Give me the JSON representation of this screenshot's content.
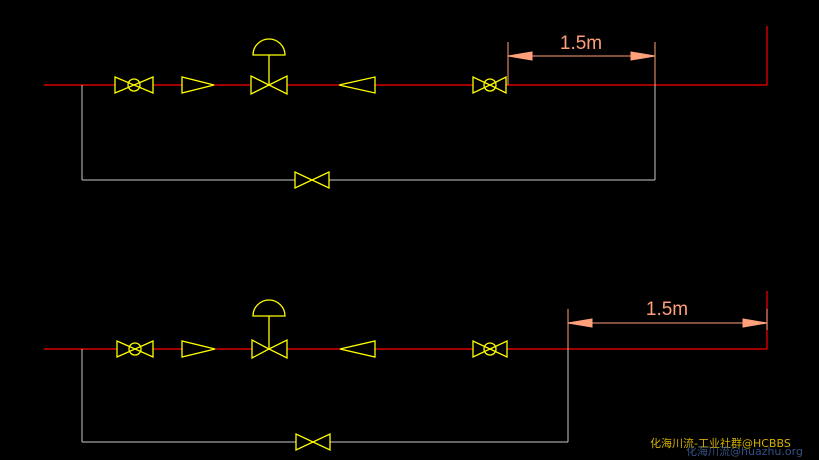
{
  "colors": {
    "background": "#000000",
    "pipe": "#ff0000",
    "bypass": "#c8c8c8",
    "symbol": "#ffff00",
    "dimension": "#ffa07a",
    "watermark": "#d4b000",
    "watermark_overlay": "#3c5e9a"
  },
  "icons": {
    "ball_valve": "ball-valve-icon",
    "gate_valve": "gate-valve-icon",
    "control_valve": "control-valve-icon",
    "reducer": "reducer-icon"
  },
  "diagrams": [
    {
      "dimension_label": "1.5m"
    },
    {
      "dimension_label": "1.5m"
    }
  ],
  "watermark": {
    "text": "化海川流-工业社群@HCBBS",
    "overlay_text": "化海川流@huazhu.org"
  }
}
